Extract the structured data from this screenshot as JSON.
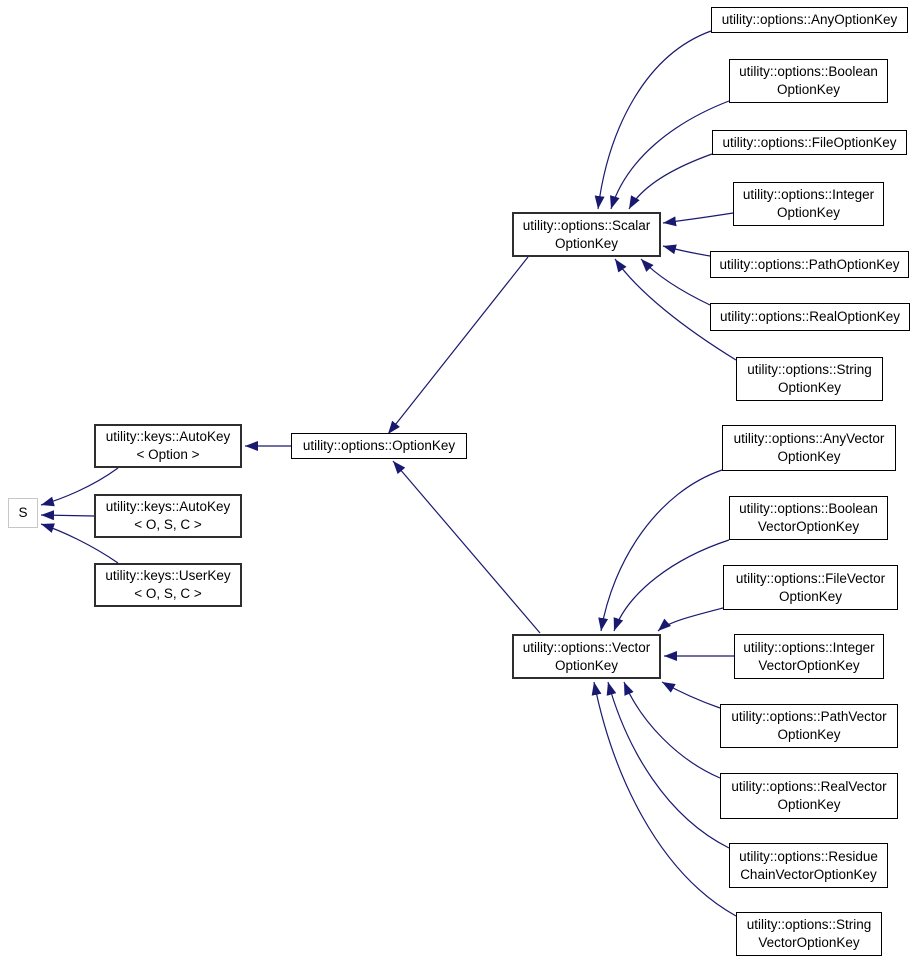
{
  "graph": {
    "kind": "class-inheritance-graph",
    "background_color": "#ffffff",
    "edge_color": "#191970",
    "node_fill_color": "#ffffff",
    "node_border_color": "#000000",
    "external_node_border_color": "#c6c6c6",
    "nodes": {
      "s": {
        "label": "S"
      },
      "autokey_option": {
        "label": "utility::keys::AutoKey\n< Option >"
      },
      "autokey_osc": {
        "label": "utility::keys::AutoKey\n< O, S, C >"
      },
      "userkey_osc": {
        "label": "utility::keys::UserKey\n< O, S, C >"
      },
      "optionkey": {
        "label": "utility::options::OptionKey"
      },
      "scalar_optionkey": {
        "label": "utility::options::Scalar\nOptionKey"
      },
      "vector_optionkey": {
        "label": "utility::options::Vector\nOptionKey"
      },
      "any_optionkey": {
        "label": "utility::options::AnyOptionKey"
      },
      "boolean_optionkey": {
        "label": "utility::options::Boolean\nOptionKey"
      },
      "file_optionkey": {
        "label": "utility::options::FileOptionKey"
      },
      "integer_optionkey": {
        "label": "utility::options::Integer\nOptionKey"
      },
      "path_optionkey": {
        "label": "utility::options::PathOptionKey"
      },
      "real_optionkey": {
        "label": "utility::options::RealOptionKey"
      },
      "string_optionkey": {
        "label": "utility::options::String\nOptionKey"
      },
      "anyvector_optionkey": {
        "label": "utility::options::AnyVector\nOptionKey"
      },
      "booleanvector_optionkey": {
        "label": "utility::options::Boolean\nVectorOptionKey"
      },
      "filevector_optionkey": {
        "label": "utility::options::FileVector\nOptionKey"
      },
      "integervector_optionkey": {
        "label": "utility::options::Integer\nVectorOptionKey"
      },
      "pathvector_optionkey": {
        "label": "utility::options::PathVector\nOptionKey"
      },
      "realvector_optionkey": {
        "label": "utility::options::RealVector\nOptionKey"
      },
      "residuechainvector_optionkey": {
        "label": "utility::options::Residue\nChainVectorOptionKey"
      },
      "stringvector_optionkey": {
        "label": "utility::options::String\nVectorOptionKey"
      }
    },
    "edges": [
      {
        "from": "autokey_option",
        "to": "s"
      },
      {
        "from": "autokey_osc",
        "to": "s"
      },
      {
        "from": "userkey_osc",
        "to": "s"
      },
      {
        "from": "optionkey",
        "to": "autokey_option"
      },
      {
        "from": "scalar_optionkey",
        "to": "optionkey"
      },
      {
        "from": "vector_optionkey",
        "to": "optionkey"
      },
      {
        "from": "any_optionkey",
        "to": "scalar_optionkey"
      },
      {
        "from": "boolean_optionkey",
        "to": "scalar_optionkey"
      },
      {
        "from": "file_optionkey",
        "to": "scalar_optionkey"
      },
      {
        "from": "integer_optionkey",
        "to": "scalar_optionkey"
      },
      {
        "from": "path_optionkey",
        "to": "scalar_optionkey"
      },
      {
        "from": "real_optionkey",
        "to": "scalar_optionkey"
      },
      {
        "from": "string_optionkey",
        "to": "scalar_optionkey"
      },
      {
        "from": "anyvector_optionkey",
        "to": "vector_optionkey"
      },
      {
        "from": "booleanvector_optionkey",
        "to": "vector_optionkey"
      },
      {
        "from": "filevector_optionkey",
        "to": "vector_optionkey"
      },
      {
        "from": "integervector_optionkey",
        "to": "vector_optionkey"
      },
      {
        "from": "pathvector_optionkey",
        "to": "vector_optionkey"
      },
      {
        "from": "realvector_optionkey",
        "to": "vector_optionkey"
      },
      {
        "from": "residuechainvector_optionkey",
        "to": "vector_optionkey"
      },
      {
        "from": "stringvector_optionkey",
        "to": "vector_optionkey"
      }
    ]
  }
}
